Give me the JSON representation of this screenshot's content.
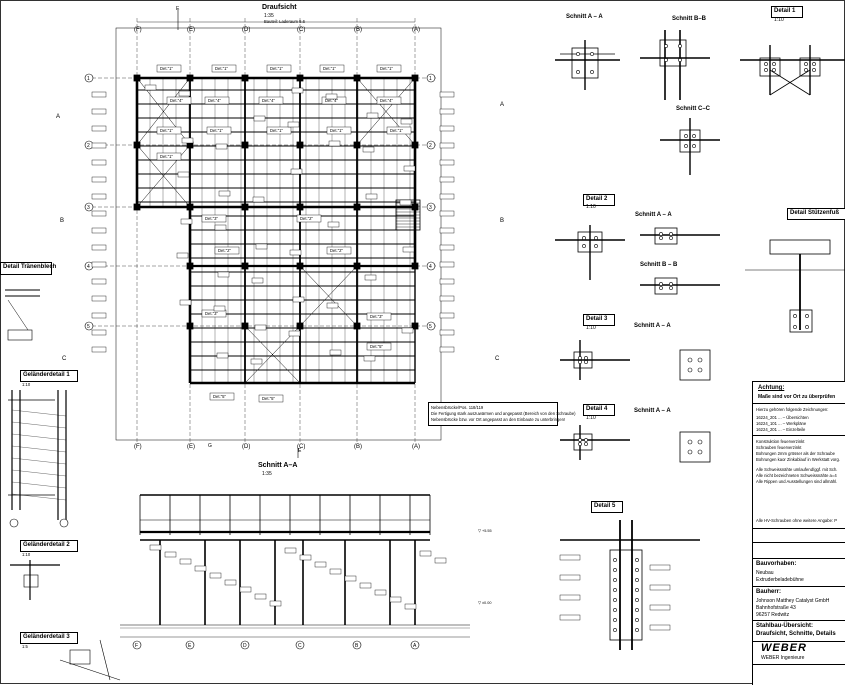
{
  "plan": {
    "title": "Draufsicht",
    "scale": "1:35",
    "subtitle": "Bauteil: Laderaum 5.6",
    "grid_letters": [
      "F",
      "E",
      "D",
      "C",
      "B",
      "A"
    ],
    "grid_numbers": [
      "1",
      "2",
      "3",
      "4",
      "5"
    ],
    "note_lines": [
      "Nebensbrücke/Pos. 118/119",
      "Die Fertigung stark auszuwärmen und angepasst (Bereich von den Schraube)",
      "Nebensbrücke bzw. vor Ort angepasst an den Einbaute zu unterbringen!"
    ]
  },
  "section_aa_bottom": {
    "title": "Schnitt A–A",
    "scale": "1:35"
  },
  "details_left": {
    "traenenblech": "Detail Tränenblech",
    "gel1": "Geländerdetail 1",
    "gel1_scale": "1:10",
    "gel2": "Geländerdetail 2",
    "gel2_scale": "1:10",
    "gel3": "Geländerdetail 3",
    "gel3_scale": "1:5"
  },
  "details_right": {
    "schnitt_aa": "Schnitt A – A",
    "schnitt_bb": "Schnitt B–B",
    "schnitt_cc": "Schnitt C–C",
    "detail1": "Detail 1",
    "detail1_scale": "1:10",
    "detail2": "Detail 2",
    "detail2_scale": "1:10",
    "detail2_aa": "Schnitt A – A",
    "detail2_bb": "Schnitt B – B",
    "detail3": "Detail 3",
    "detail3_scale": "1:10",
    "detail3_aa": "Schnitt A – A",
    "detail4": "Detail 4",
    "detail4_scale": "1:10",
    "detail4_aa": "Schnitt A – A",
    "detail5": "Detail 5",
    "stuetzenfuss": "Detail Stützenfuß"
  },
  "notes": {
    "achtung": "Achtung:",
    "masse": "Maße sind vor Ort zu überprüfen",
    "zeichnungen_title": "Hierzu gehören folgende Zeichnungen:",
    "zeichnungen": [
      "16224_201 ... – Übersichten",
      "16224_101 ... – Werkpläne",
      "16224_201 ... – Einzelteile"
    ],
    "text_lines": [
      "Konstruktion feuerverzinkt",
      "Schrauben feuerverzinkt",
      "Bohrungen 2mm grösser als der Schraube",
      "Bohrungen kaor Zinkablauf in Werkstatt vorg.",
      "Alle Schweissnähte umlaufend/ggf. mit Sch.",
      "Alle nicht bezeichneten Schweissnähte a=4",
      "Alle Rippen und Ausstellungen sind allmähl."
    ],
    "hv": "Alle HV-Schrauben ohne weitere Angabe: P"
  },
  "title_block": {
    "bauvorhaben_label": "Bauvorhaben:",
    "bauvorhaben": "Neubau",
    "bauvorhaben2": "Extruderbeladebühne",
    "bauherr_label": "Bauherr:",
    "bauherr": "Johnson Matthey Catalyst GmbH",
    "strasse": "Bahnhofstraße 43",
    "ort": "96257 Redwitz",
    "drawing_label": "Stahlbau-Übersicht:",
    "drawing": "Draufsicht, Schnitte, Details",
    "company": "WEBER",
    "company_sub": "WEBER Ingenieure"
  },
  "colors": {
    "line": "#000000",
    "paper": "#ffffff"
  }
}
